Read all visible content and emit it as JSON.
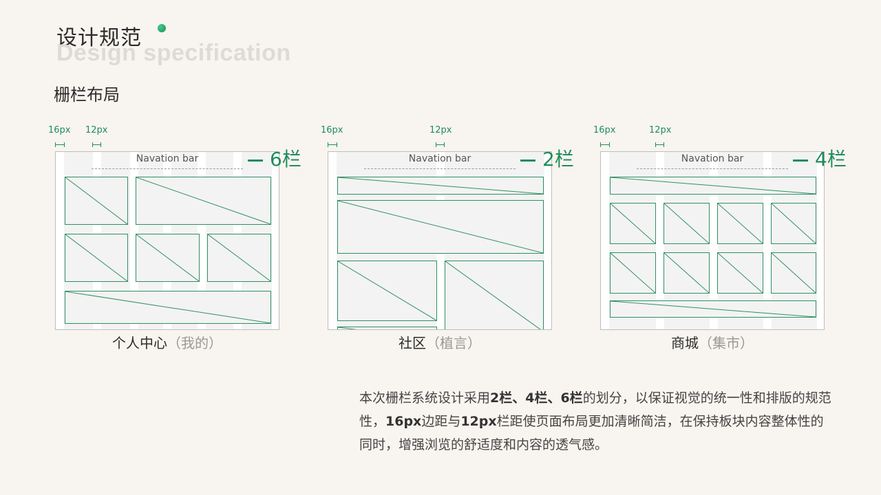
{
  "header": {
    "title": "设计规范",
    "subtitle_en": "Design specification",
    "accent_color": "#1f8c5a"
  },
  "section_title": "栅栏布局",
  "panels": [
    {
      "margin_label": "16px",
      "gutter_label": "12px",
      "nav_label": "Navation bar",
      "columns_label": "6栏",
      "caption": "个人中心",
      "caption_note": "（我的）"
    },
    {
      "margin_label": "16px",
      "gutter_label": "12px",
      "nav_label": "Navation bar",
      "columns_label": "2栏",
      "caption": "社区",
      "caption_note": "（植言）"
    },
    {
      "margin_label": "16px",
      "gutter_label": "12px",
      "nav_label": "Navation bar",
      "columns_label": "4栏",
      "caption": "商城",
      "caption_note": "（集市）"
    }
  ],
  "description": {
    "p1": "本次栅栏系统设计采用",
    "b1": "2栏、4栏、6栏",
    "p2": "的划分，以保证视觉的统一性和排版的规范性，",
    "b2": "16px",
    "p3": "边距与",
    "b3": "12px",
    "p4": "栏距使页面布局更加清晰简洁，在保持板块内容整体性的同时，增强浏览的舒适度和内容的透气感。"
  }
}
